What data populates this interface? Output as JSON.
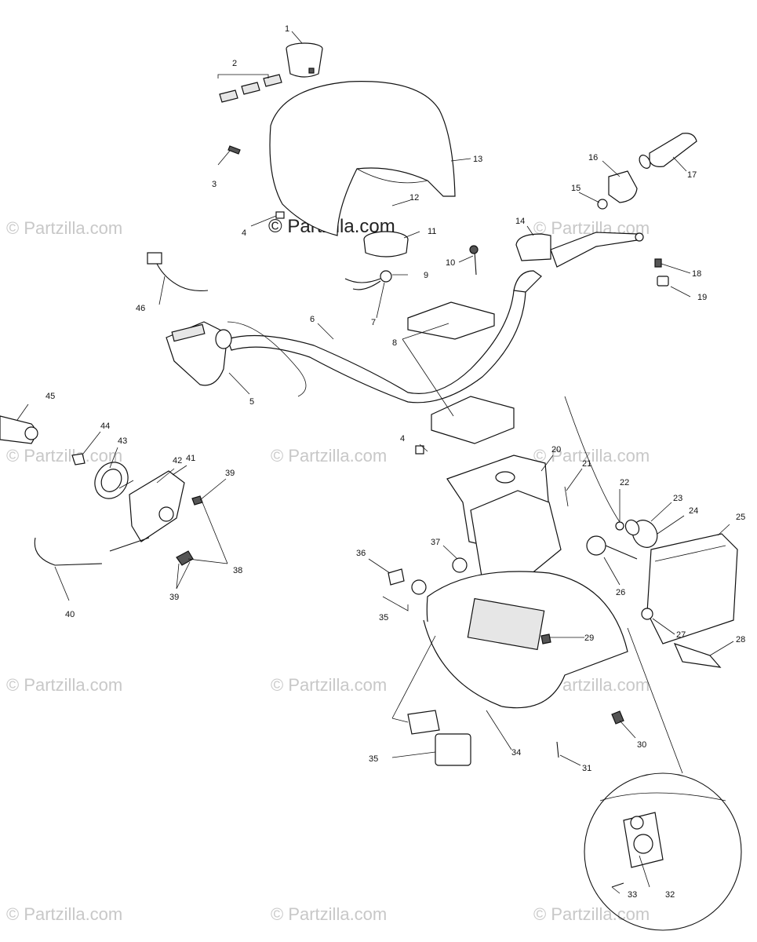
{
  "watermark_text": "© Partzilla.com",
  "center_watermark_text": "© Partzilla.com",
  "callouts": [
    {
      "id": "c1",
      "text": "1"
    },
    {
      "id": "c2",
      "text": "2"
    },
    {
      "id": "c3",
      "text": "3"
    },
    {
      "id": "c4a",
      "text": "4"
    },
    {
      "id": "c4b",
      "text": "4"
    },
    {
      "id": "c5",
      "text": "5"
    },
    {
      "id": "c6",
      "text": "6"
    },
    {
      "id": "c7",
      "text": "7"
    },
    {
      "id": "c8",
      "text": "8"
    },
    {
      "id": "c9",
      "text": "9"
    },
    {
      "id": "c10",
      "text": "10"
    },
    {
      "id": "c11",
      "text": "11"
    },
    {
      "id": "c12",
      "text": "12"
    },
    {
      "id": "c13",
      "text": "13"
    },
    {
      "id": "c14",
      "text": "14"
    },
    {
      "id": "c15",
      "text": "15"
    },
    {
      "id": "c16",
      "text": "16"
    },
    {
      "id": "c17",
      "text": "17"
    },
    {
      "id": "c18",
      "text": "18"
    },
    {
      "id": "c19",
      "text": "19"
    },
    {
      "id": "c20",
      "text": "20"
    },
    {
      "id": "c21",
      "text": "21"
    },
    {
      "id": "c22",
      "text": "22"
    },
    {
      "id": "c23",
      "text": "23"
    },
    {
      "id": "c24",
      "text": "24"
    },
    {
      "id": "c25",
      "text": "25"
    },
    {
      "id": "c26",
      "text": "26"
    },
    {
      "id": "c27",
      "text": "27"
    },
    {
      "id": "c28",
      "text": "28"
    },
    {
      "id": "c29",
      "text": "29"
    },
    {
      "id": "c30",
      "text": "30"
    },
    {
      "id": "c31",
      "text": "31"
    },
    {
      "id": "c32",
      "text": "32"
    },
    {
      "id": "c33",
      "text": "33"
    },
    {
      "id": "c34",
      "text": "34"
    },
    {
      "id": "c35a",
      "text": "35"
    },
    {
      "id": "c35b",
      "text": "35"
    },
    {
      "id": "c36",
      "text": "36"
    },
    {
      "id": "c37",
      "text": "37"
    },
    {
      "id": "c38",
      "text": "38"
    },
    {
      "id": "c39a",
      "text": "39"
    },
    {
      "id": "c39b",
      "text": "39"
    },
    {
      "id": "c40",
      "text": "40"
    },
    {
      "id": "c41",
      "text": "41"
    },
    {
      "id": "c42",
      "text": "42"
    },
    {
      "id": "c43",
      "text": "43"
    },
    {
      "id": "c44",
      "text": "44"
    },
    {
      "id": "c45",
      "text": "45"
    },
    {
      "id": "c46",
      "text": "46"
    }
  ]
}
